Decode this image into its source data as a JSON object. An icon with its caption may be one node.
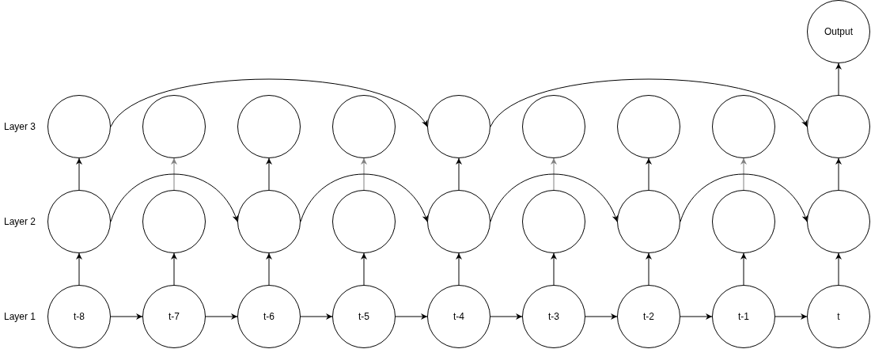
{
  "diagram": {
    "nodes": [
      {
        "text": [
          "Output"
        ]
      },
      {
        "text": [],
        "shape": "circle"
      },
      {
        "text": [],
        "shape": "circle"
      },
      {
        "text": [],
        "shape": "circle"
      },
      {
        "text": [],
        "shape": "circle"
      },
      {
        "text": [],
        "shape": "circle"
      },
      {
        "text": [],
        "shape": "circle"
      },
      {
        "text": [],
        "shape": "circle"
      },
      {
        "text": [],
        "shape": "circle"
      },
      {
        "text": [],
        "shape": "circle"
      },
      {
        "text": [],
        "shape": "circle"
      },
      {
        "text": [],
        "shape": "circle"
      },
      {
        "text": [],
        "shape": "circle"
      },
      {
        "text": [],
        "shape": "circle"
      },
      {
        "text": [],
        "shape": "circle"
      },
      {
        "text": [],
        "shape": "circle"
      },
      {
        "text": [],
        "shape": "circle"
      },
      {
        "text": [],
        "shape": "circle"
      },
      {
        "text": [],
        "shape": "circle"
      },
      {
        "text": [
          "t-8"
        ]
      },
      {
        "text": [
          "t-7"
        ]
      },
      {
        "text": [
          "t-6"
        ]
      },
      {
        "text": [
          "t-5"
        ]
      },
      {
        "text": [
          "t-4"
        ]
      },
      {
        "text": [
          "t-3"
        ]
      },
      {
        "text": [
          "t-2"
        ]
      },
      {
        "text": [
          "t-1"
        ]
      },
      {
        "text": [
          "t"
        ]
      }
    ],
    "edges": [
      {
        "from": 9,
        "to": 0,
        "arrow": "to"
      },
      {
        "from": 1,
        "to": 5,
        "arrow": "to"
      },
      {
        "from": 5,
        "to": 9,
        "arrow": "to"
      },
      {
        "from": 10,
        "to": 1,
        "arrow": "to"
      },
      {
        "from": 11,
        "to": 2,
        "arrow": "to",
        "color": "#808080"
      },
      {
        "from": 12,
        "to": 3,
        "arrow": "to"
      },
      {
        "from": 13,
        "to": 4,
        "arrow": "to",
        "color": "#808080"
      },
      {
        "from": 14,
        "to": 5,
        "arrow": "to"
      },
      {
        "from": 15,
        "to": 6,
        "arrow": "to",
        "color": "#808080"
      },
      {
        "from": 16,
        "to": 7,
        "arrow": "to"
      },
      {
        "from": 17,
        "to": 8,
        "arrow": "to",
        "color": "#808080"
      },
      {
        "from": 18,
        "to": 9,
        "arrow": "to"
      },
      {
        "from": 10,
        "to": 12,
        "arrow": "to"
      },
      {
        "from": 12,
        "to": 14,
        "arrow": "to"
      },
      {
        "from": 14,
        "to": 16,
        "arrow": "to"
      },
      {
        "from": 16,
        "to": 18,
        "arrow": "to"
      },
      {
        "from": 19,
        "to": 10,
        "arrow": "to"
      },
      {
        "from": 20,
        "to": 11,
        "arrow": "to"
      },
      {
        "from": 21,
        "to": 12,
        "arrow": "to"
      },
      {
        "from": 22,
        "to": 13,
        "arrow": "to"
      },
      {
        "from": 23,
        "to": 14,
        "arrow": "to"
      },
      {
        "from": 24,
        "to": 15,
        "arrow": "to"
      },
      {
        "from": 25,
        "to": 16,
        "arrow": "to"
      },
      {
        "from": 26,
        "to": 17,
        "arrow": "to"
      },
      {
        "from": 27,
        "to": 18,
        "arrow": "to"
      },
      {
        "from": 19,
        "to": 20,
        "arrow": "to"
      },
      {
        "from": 20,
        "to": 21,
        "arrow": "to"
      },
      {
        "from": 21,
        "to": 22,
        "arrow": "to"
      },
      {
        "from": 22,
        "to": 23,
        "arrow": "to"
      },
      {
        "from": 23,
        "to": 24,
        "arrow": "to"
      },
      {
        "from": 24,
        "to": 25,
        "arrow": "to"
      },
      {
        "from": 25,
        "to": 26,
        "arrow": "to"
      },
      {
        "from": 26,
        "to": 27,
        "arrow": "to"
      }
    ],
    "labels": [
      "Layer 3",
      "Layer 2",
      "Layer 1"
    ]
  }
}
